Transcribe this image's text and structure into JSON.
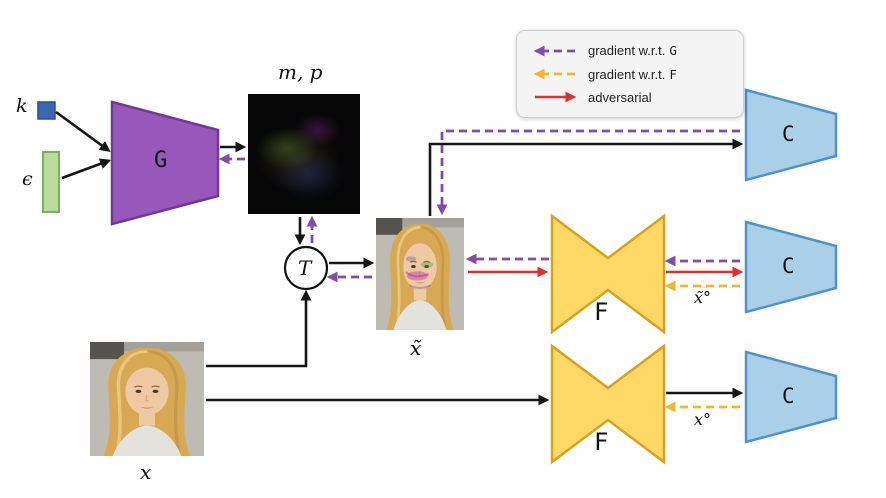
{
  "nodes": {
    "k": {
      "label": "k"
    },
    "epsilon": {
      "label": "ϵ"
    },
    "generator": {
      "label": "G"
    },
    "mask_pattern": {
      "label": "m, p"
    },
    "transform": {
      "label": "T"
    },
    "x_tilde": {
      "label": "x̃"
    },
    "x": {
      "label": "x"
    },
    "feature_mid": {
      "label": "F"
    },
    "feature_bottom": {
      "label": "F"
    },
    "classifier_top": {
      "label": "C"
    },
    "classifier_mid": {
      "label": "C"
    },
    "classifier_bottom": {
      "label": "C"
    },
    "x_tilde_out": {
      "label": "x̃°"
    },
    "x_out": {
      "label": "x°"
    }
  },
  "legend": {
    "items": [
      {
        "prefix": "gradient w.r.t.",
        "code": "G",
        "arrow": "purple-dashed-left"
      },
      {
        "prefix": "gradient w.r.t.",
        "code": "F",
        "arrow": "yellow-dashed-left"
      },
      {
        "prefix": "adversarial",
        "code": "",
        "arrow": "red-solid-right"
      }
    ]
  },
  "colors": {
    "generator_fill": "#9857ba",
    "generator_stroke": "#71389c",
    "classifier_fill": "#aacfe8",
    "classifier_stroke": "#4e94c6",
    "feature_fill": "#ffd966",
    "feature_stroke": "#d9a11d",
    "gradient_g_arrow": "#7d4fa8",
    "gradient_f_arrow": "#f2b632",
    "adversarial_arrow": "#e0302a",
    "flow_arrow": "#161616",
    "k_square_fill": "#3a67b0",
    "epsilon_fill": "#bada9e",
    "epsilon_stroke": "#7fae5f",
    "legend_bg": "#f4f4f4"
  }
}
